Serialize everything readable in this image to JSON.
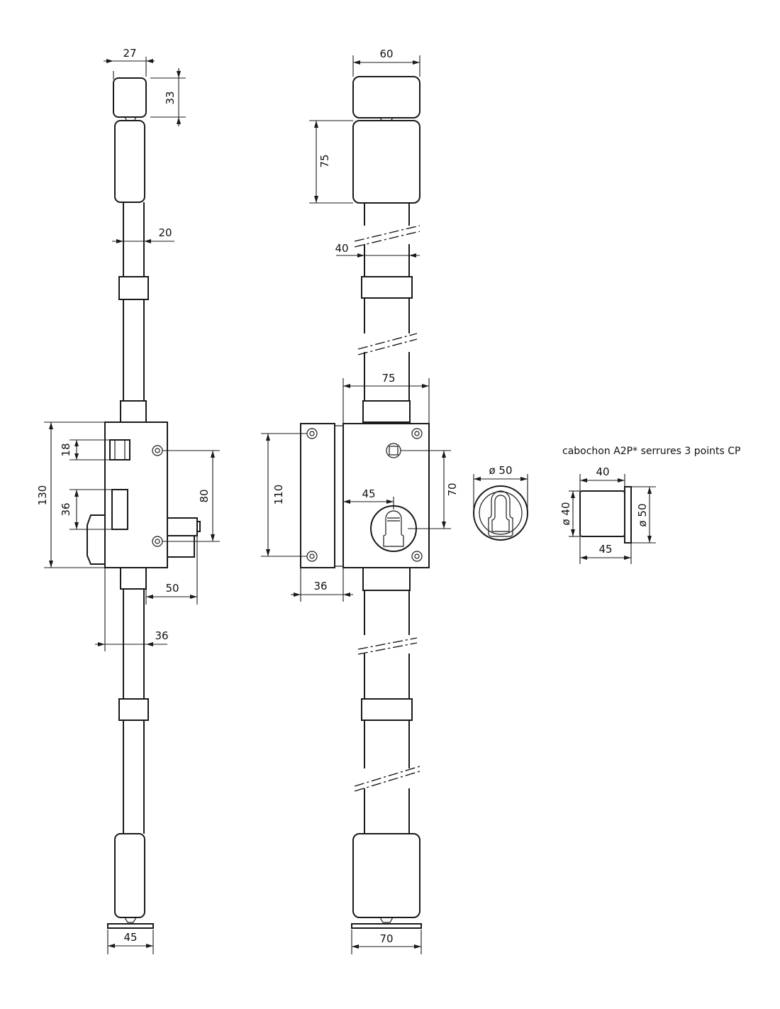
{
  "left_view": {
    "dims": {
      "cap_width": "27",
      "cap_height": "33",
      "rod_width": "20",
      "case_height": "130",
      "latch_height": "18",
      "deadbolt_height": "36",
      "screw_spacing": "80",
      "bolt_projection": "50",
      "case_depth": "36",
      "plate_width": "45"
    }
  },
  "right_view": {
    "dims": {
      "top_cap_width": "60",
      "top_guide_height": "75",
      "rod_diameter": "40",
      "case_width": "75",
      "keeper_height": "110",
      "cylinder_offset": "45",
      "cylinder_height": "70",
      "keeper_width": "36",
      "bottom_plate_width": "70"
    }
  },
  "rosette": {
    "diameter": "ø 50"
  },
  "cabochon": {
    "caption": "cabochon A2P* serrures 3 points CP",
    "dims": {
      "depth": "40",
      "body_diameter": "ø 40",
      "flange_diameter": "ø 50",
      "total_depth": "45"
    }
  }
}
